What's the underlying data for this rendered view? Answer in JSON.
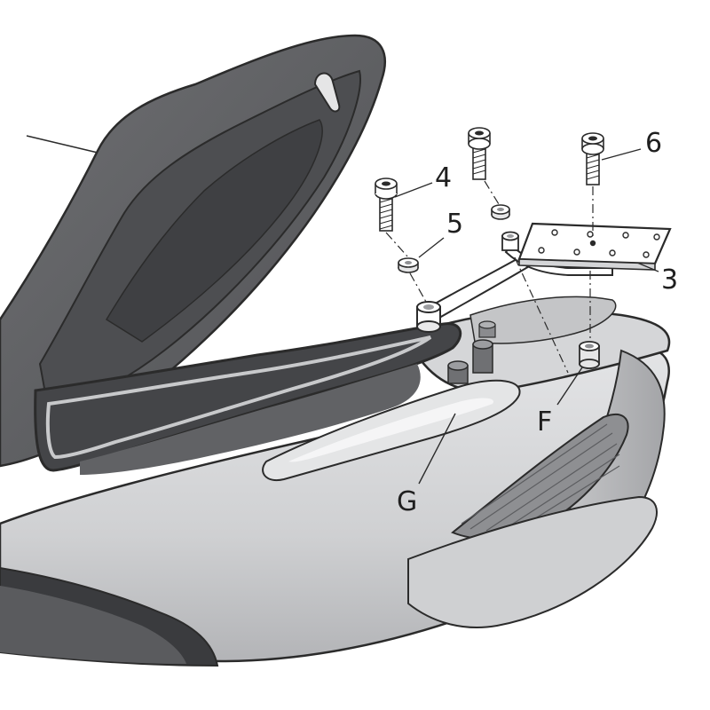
{
  "diagram": {
    "callouts": {
      "part_3": "3",
      "part_4": "4",
      "part_5": "5",
      "part_6": "6",
      "point_f": "F",
      "point_g": "G"
    }
  },
  "colors": {
    "seat_dark": "#5f6063",
    "seat_mid": "#77787b",
    "seat_inner": "#4d4e51",
    "body_light": "#d8d9db",
    "body_mid": "#c2c3c5",
    "body_shadow": "#a9aaad",
    "outline": "#2b2b2b",
    "hardware": "#e9e9ea",
    "tail_light": "#8e8f92"
  }
}
